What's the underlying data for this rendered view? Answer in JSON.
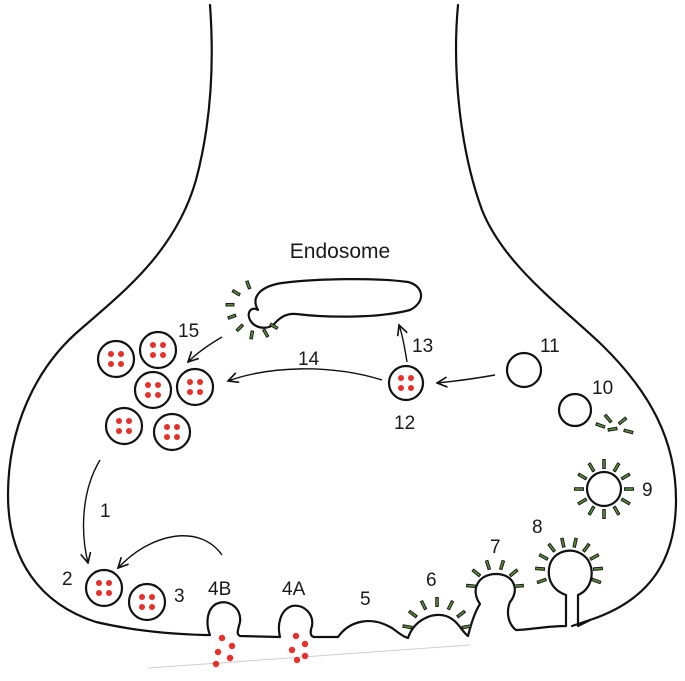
{
  "labels": {
    "endosome": "Endosome",
    "s1": "1",
    "s2": "2",
    "s3": "3",
    "s4a": "4A",
    "s4b": "4B",
    "s5": "5",
    "s6": "6",
    "s7": "7",
    "s8": "8",
    "s9": "9",
    "s10": "10",
    "s11": "11",
    "s12": "12",
    "s13": "13",
    "s14": "14",
    "s15": "15"
  },
  "colors": {
    "neurotransmitter": "#e8302a",
    "clathrin": "#5a8a3a",
    "outline": "#111111"
  }
}
